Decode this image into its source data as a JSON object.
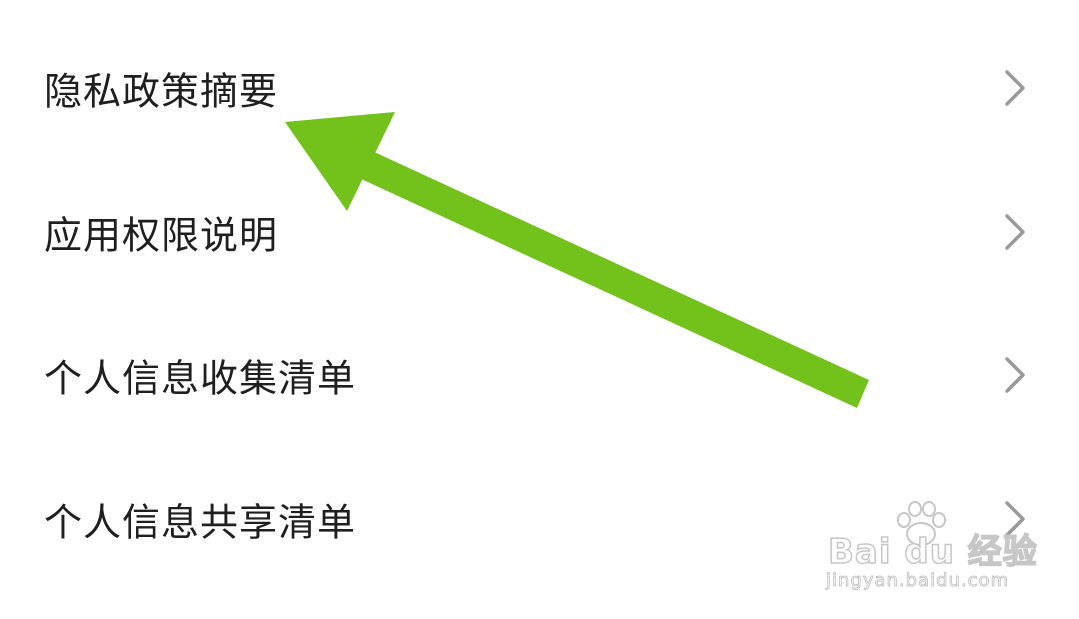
{
  "menu": {
    "items": [
      {
        "label": "隐私政策摘要",
        "icon": "chevron-right-icon"
      },
      {
        "label": "应用权限说明",
        "icon": "chevron-right-icon"
      },
      {
        "label": "个人信息收集清单",
        "icon": "chevron-right-icon"
      },
      {
        "label": "个人信息共享清单",
        "icon": "chevron-right-icon"
      }
    ]
  },
  "annotation": {
    "icon": "arrow-icon",
    "color": "#72c21b"
  },
  "watermark": {
    "brand": "Bai du 经验",
    "url": "jingyan.baidu.com"
  },
  "colors": {
    "text": "#1f1f1f",
    "chevron": "#9a9a9a",
    "background": "#ffffff"
  }
}
